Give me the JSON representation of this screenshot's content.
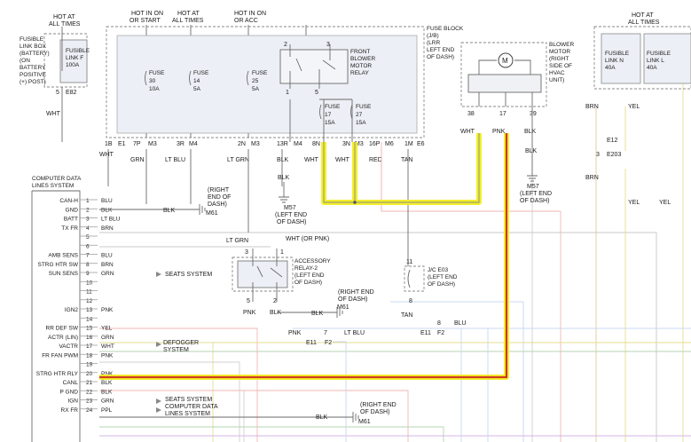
{
  "top_labels": {
    "hot_at_all_times_1": [
      "HOT AT",
      "ALL TIMES"
    ],
    "hot_in_on_or_start": [
      "HOT IN ON",
      "OR START"
    ],
    "hot_at_all_times_2": [
      "HOT AT",
      "ALL TIMES"
    ],
    "hot_in_on_or_acc": [
      "HOT IN ON",
      "OR ACC"
    ],
    "hot_at_all_times_3": [
      "HOT AT",
      "ALL TIMES"
    ]
  },
  "fusible_link_box": [
    "FUSIBLE",
    "LINK BOX",
    "(BATTERY)",
    "(ON",
    "BATTERY",
    "POSITIVE",
    "(+) POST)"
  ],
  "fusible_link_f": [
    "FUSIBLE",
    "LINK F",
    "100A"
  ],
  "flb_connector": {
    "pin": "5",
    "conn": "E82",
    "wire": "WHT"
  },
  "fuse_block": {
    "label": [
      "FUSE BLOCK",
      "(J/B)",
      "(LRR",
      "LEFT END",
      "OF DASH)"
    ],
    "fuses": [
      [
        "FUSE",
        "30",
        "10A"
      ],
      [
        "FUSE",
        "14",
        "5A"
      ],
      [
        "FUSE",
        "25",
        "5A"
      ],
      [
        "FUSE",
        "17",
        "15A"
      ],
      [
        "FUSE",
        "27",
        "15A"
      ]
    ],
    "relay_label": [
      "FRONT",
      "BLOWER",
      "MOTOR",
      "RELAY"
    ],
    "relay_pins": [
      "2",
      "3",
      "1",
      "5"
    ],
    "bottom_pins": [
      "1B",
      "E1",
      "7P",
      "M3",
      "3R",
      "M4",
      "2N",
      "M3",
      "13R",
      "M4",
      "8N",
      "3N",
      "M3",
      "16P",
      "M6",
      "1M",
      "E6"
    ],
    "bottom_wires": [
      "WHT",
      "GRN",
      "LT BLU",
      "LT GRN",
      "BLK",
      "WHT",
      "WHT",
      "RED",
      "TAN"
    ]
  },
  "blower_motor": {
    "label": [
      "BLOWER",
      "MOTOR",
      "(RIGHT",
      "SIDE OF",
      "HVAC",
      "UNIT)"
    ],
    "symbol": "M",
    "pins": [
      "38",
      "17",
      "39"
    ],
    "wires": [
      "WHT",
      "PNK",
      "BLK"
    ],
    "ground": {
      "wire": "BLK",
      "id": "M57",
      "loc": [
        "(LEFT END",
        "OF DASH)"
      ]
    }
  },
  "fusible_link_n": [
    "FUSIBLE",
    "LINK N",
    "40A"
  ],
  "fusible_link_l": [
    "FUSIBLE",
    "LINK L",
    "40A"
  ],
  "right_wires": {
    "brn": "BRN",
    "yel": "YEL",
    "e12": "E12",
    "pin3": "3",
    "e203": "E203",
    "brn2": "BRN",
    "yel2": "YEL",
    "yel3": "YEL"
  },
  "m57_ground": {
    "wire": "BLK",
    "id": "M57",
    "loc": [
      "(LEFT END",
      "OF DASH)"
    ]
  },
  "computer": {
    "title": [
      "COMPUTER DATA",
      "LINES SYSTEM"
    ],
    "pins": [
      {
        "name": "CAN-H",
        "num": "1",
        "wire": "BLU"
      },
      {
        "name": "GND",
        "num": "2",
        "wire": "BLK"
      },
      {
        "name": "BATT",
        "num": "3",
        "wire": "LT BLU"
      },
      {
        "name": "TX FR",
        "num": "4",
        "wire": "BRN"
      },
      {
        "name": "",
        "num": "5",
        "wire": ""
      },
      {
        "name": "",
        "num": "6",
        "wire": ""
      },
      {
        "name": "AMB SENS",
        "num": "7",
        "wire": "BLU"
      },
      {
        "name": "STRG HTR SW",
        "num": "8",
        "wire": "BRN"
      },
      {
        "name": "SUN SENS",
        "num": "9",
        "wire": "GRN"
      },
      {
        "name": "",
        "num": "10",
        "wire": ""
      },
      {
        "name": "",
        "num": "11",
        "wire": ""
      },
      {
        "name": "",
        "num": "12",
        "wire": ""
      },
      {
        "name": "IGN2",
        "num": "13",
        "wire": "PNK"
      },
      {
        "name": "",
        "num": "14",
        "wire": ""
      },
      {
        "name": "RR DEF SW",
        "num": "15",
        "wire": "YEL"
      },
      {
        "name": "ACTR (LIN)",
        "num": "16",
        "wire": "GRN"
      },
      {
        "name": "VACTR",
        "num": "17",
        "wire": "WHT"
      },
      {
        "name": "FR FAN PWM",
        "num": "18",
        "wire": "PNK"
      },
      {
        "name": "",
        "num": "19",
        "wire": ""
      },
      {
        "name": "STRG HTR RLY",
        "num": "20",
        "wire": "PNK"
      },
      {
        "name": "CANL",
        "num": "21",
        "wire": "BLK"
      },
      {
        "name": "P GND",
        "num": "22",
        "wire": "BLK"
      },
      {
        "name": "IGN",
        "num": "23",
        "wire": "GRN"
      },
      {
        "name": "RX FR",
        "num": "24",
        "wire": "PPL"
      }
    ]
  },
  "m61_ground_1": {
    "wire": "BLK",
    "id": "M61",
    "loc": [
      "(RIGHT",
      "END OF",
      "DASH)"
    ]
  },
  "wht_or_pnk": "WHT  (OR PNK)",
  "lt_grn": "LT GRN",
  "accessory_relay": {
    "label": [
      "ACCESSORY",
      "RELAY-2",
      "(LEFT END",
      "OF DASH)"
    ],
    "pins": [
      "3",
      "1",
      "5",
      "2"
    ],
    "wires": [
      "PNK",
      "BLK"
    ]
  },
  "m61_ground_2": {
    "wire": "BLK",
    "id": "M61",
    "loc": [
      "(RIGHT END",
      "OF DASH)"
    ]
  },
  "jc_e03": {
    "label": [
      "J/C E03",
      "(LEFT END",
      "OF DASH)"
    ],
    "pins": [
      "11",
      "8"
    ],
    "wire": "TAN"
  },
  "seats_system_1": "SEATS SYSTEM",
  "defogger": [
    "DEFOGGER",
    "SYSTEM"
  ],
  "seats_system_2": "SEATS SYSTEM",
  "computer_data_2": [
    "COMPUTER DATA",
    "LINES SYSTEM"
  ],
  "m61_ground_3": {
    "wire": "BLK",
    "id": "M61",
    "loc": [
      "(RIGHT END",
      "OF DASH)"
    ]
  },
  "bottom_mid": {
    "pnk": "PNK",
    "pin7": "7",
    "ltblu": "LT BLU",
    "e11": "E11",
    "f2": "F2",
    "e11b": "E11",
    "f2b": "F2",
    "pin8": "8",
    "blu": "BLU"
  }
}
